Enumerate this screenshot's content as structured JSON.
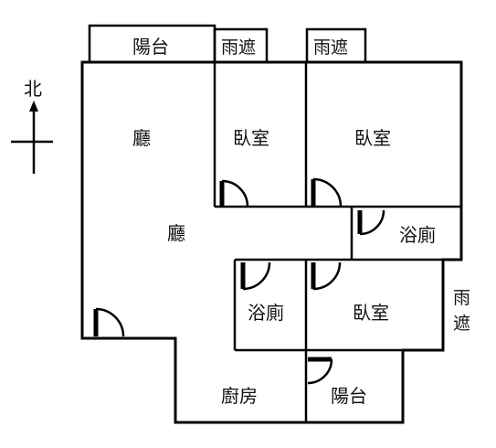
{
  "compass": {
    "label": "北"
  },
  "rooms": {
    "balcony_top": "陽台",
    "awning_1": "雨遮",
    "awning_2": "雨遮",
    "living_upper": "廳",
    "living_lower": "廳",
    "bedroom_1": "臥室",
    "bedroom_2": "臥室",
    "bedroom_3": "臥室",
    "bathroom_1": "浴廁",
    "bathroom_2": "浴廁",
    "awning_right_1": "雨",
    "awning_right_2": "遮",
    "kitchen": "廚房",
    "balcony_bottom": "陽台"
  }
}
